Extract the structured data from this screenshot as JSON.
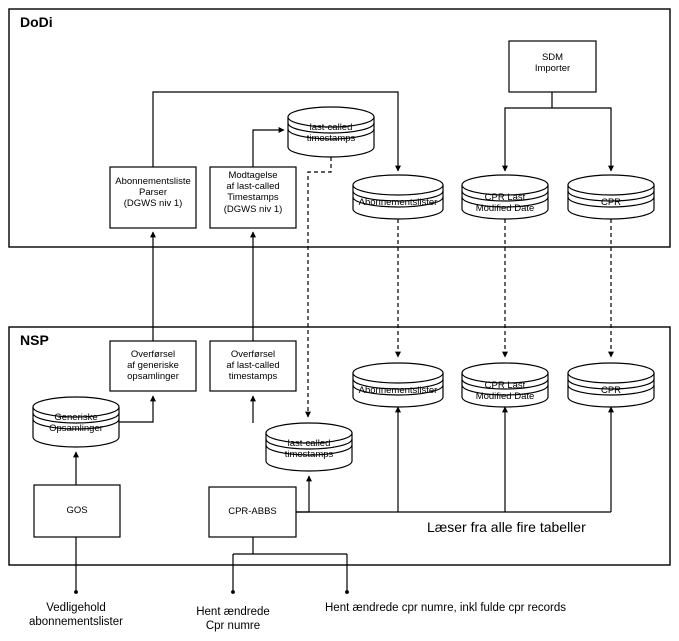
{
  "diagram": {
    "title": "DoDi / NSP dataudveksling",
    "stroke_color": "#000000",
    "background_color": "#ffffff",
    "zones": [
      {
        "id": "dodi",
        "label": "DoDi"
      },
      {
        "id": "nsp",
        "label": "NSP"
      }
    ],
    "dodi": {
      "processes": [
        {
          "id": "abonnementsliste-parser",
          "label": "Abonnementsliste\nParser\n(DGWS niv 1)"
        },
        {
          "id": "modtagelse-last-called",
          "label": "Modtagelse\naf last-called\nTimestamps\n(DGWS niv 1)"
        },
        {
          "id": "sdm-importer",
          "label": "SDM\nImporter"
        }
      ],
      "datastores": [
        {
          "id": "dodi-last-called-timestamps",
          "label": "last-called\ntimestamps"
        },
        {
          "id": "dodi-abonnementslister",
          "label": "Abonnementslister"
        },
        {
          "id": "dodi-cpr-last-modified-date",
          "label": "CPR Last\nModified Date"
        },
        {
          "id": "dodi-cpr",
          "label": "CPR"
        }
      ]
    },
    "nsp": {
      "processes": [
        {
          "id": "overfoersel-generiske",
          "label": "Overførsel\naf generiske\nopsamlinger"
        },
        {
          "id": "overfoersel-last-called",
          "label": "Overførsel\naf last-called\ntimestamps"
        },
        {
          "id": "gos",
          "label": "GOS"
        },
        {
          "id": "cpr-abbs",
          "label": "CPR-ABBS"
        }
      ],
      "datastores": [
        {
          "id": "generiske-opsamlinger",
          "label": "Generiske\nOpsamlinger"
        },
        {
          "id": "nsp-last-called-timestamps",
          "label": "last-called\ntimestamps"
        },
        {
          "id": "nsp-abonnementslister",
          "label": "Abonnementslister"
        },
        {
          "id": "nsp-cpr-last-modified-date",
          "label": "CPR Last\nModified Date"
        },
        {
          "id": "nsp-cpr",
          "label": "CPR"
        }
      ],
      "notes": [
        {
          "id": "laeser-fra-alle-fire-tabeller",
          "label": "Læser fra alle fire tabeller"
        }
      ]
    },
    "external_flows": [
      {
        "id": "vedligehold-abonnementslister",
        "label": "Vedligehold\nabonnementslister"
      },
      {
        "id": "hent-aendrede-cpr-numre",
        "label": "Hent ændrede\nCpr numre"
      },
      {
        "id": "hent-aendrede-cpr-numre-fulde",
        "label": "Hent ændrede cpr numre, inkl fulde cpr records"
      }
    ]
  }
}
